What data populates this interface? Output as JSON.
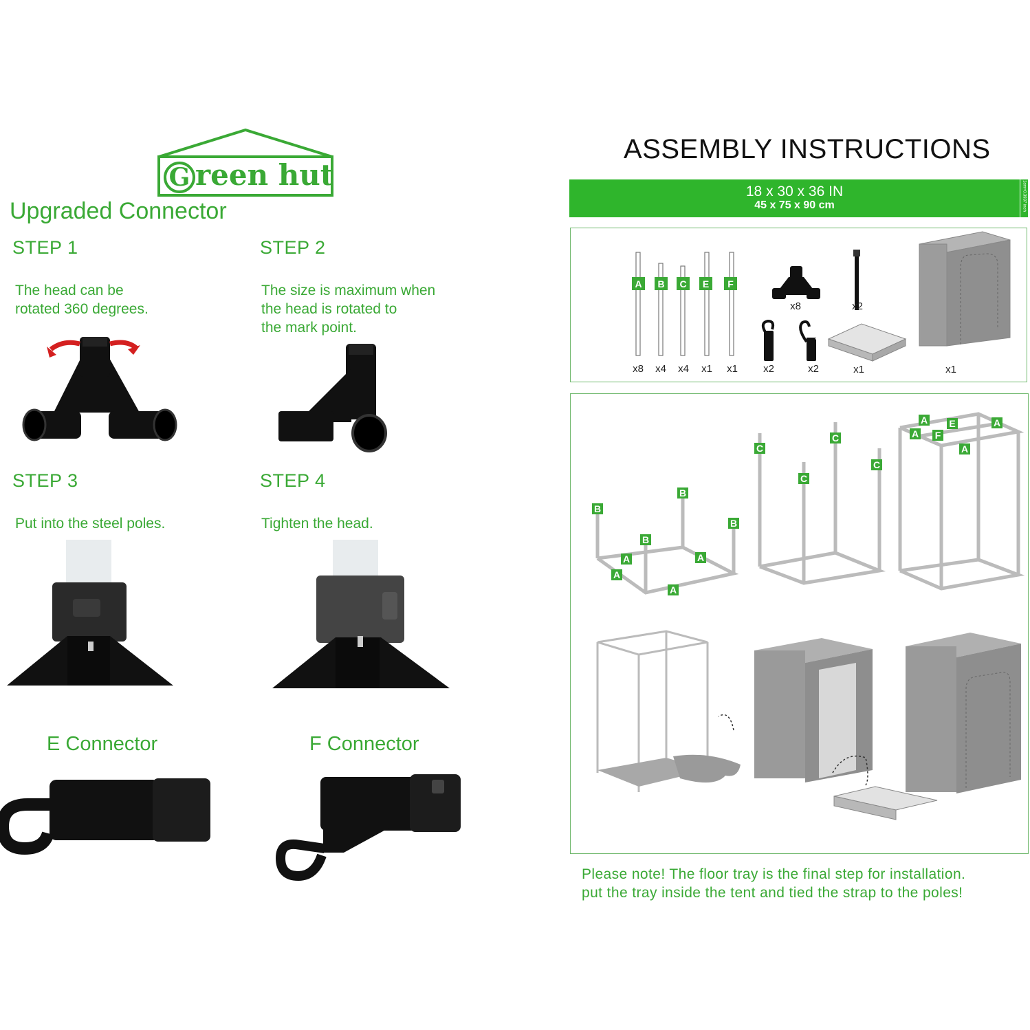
{
  "brand": {
    "logo_text": "reen hut",
    "logo_letter": "G"
  },
  "left": {
    "title": "Upgraded Connector",
    "steps": [
      {
        "title": "STEP 1",
        "lines": [
          "The head can be",
          "rotated 360 degrees."
        ]
      },
      {
        "title": "STEP 2",
        "lines": [
          "The size is maximum when",
          "the head is rotated to",
          "the mark point."
        ]
      },
      {
        "title": "STEP 3",
        "lines": [
          "Put into the steel poles."
        ]
      },
      {
        "title": "STEP 4",
        "lines": [
          "Tighten the head."
        ]
      }
    ],
    "connectors": {
      "e": "E Connector",
      "f": "F Connector"
    }
  },
  "right": {
    "title": "ASSEMBLY INSTRUCTIONS",
    "size_in": "18 x 30 x 36 IN",
    "size_cm": "45 x 75 x 90 cm",
    "side_note": "1cm=0.3937 inch",
    "parts": {
      "pole_labels": [
        "A",
        "B",
        "C",
        "E",
        "F"
      ],
      "pole_qty": [
        "x8",
        "x4",
        "x4",
        "x1",
        "x1"
      ],
      "connector_qty": "x8",
      "strap_qty": "x2",
      "hook_e_qty": "x2",
      "hook_f_qty": "x2",
      "tray_qty": "x1",
      "tent_qty": "x1"
    },
    "note_lines": [
      "Please note! The floor tray is the final step for installation.",
      "put the tray inside the tent and tied the strap to the poles!"
    ]
  },
  "colors": {
    "accent": "#3aa935",
    "bar": "#2fb52c",
    "dark": "#111111",
    "gray": "#9a9a9a"
  }
}
